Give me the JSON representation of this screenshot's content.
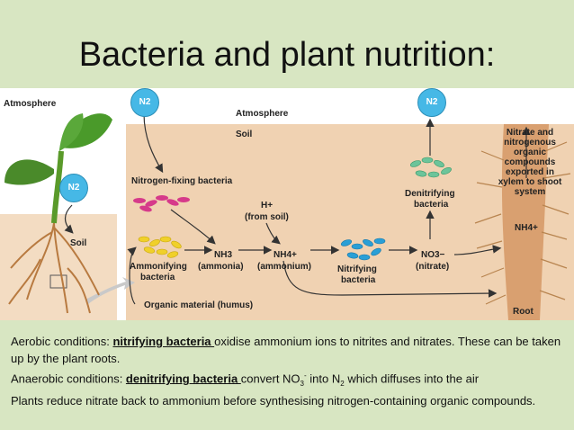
{
  "slide": {
    "title": "Bacteria and plant nutrition:"
  },
  "diagram": {
    "atmosphere_left": "Atmosphere",
    "atmosphere_mid": "Atmosphere",
    "soil_mid": "Soil",
    "soil_left": "Soil",
    "n2": "N2",
    "nitrogen_fixing": "Nitrogen-fixing bacteria",
    "h_plus": "H+",
    "from_soil": "(from soil)",
    "nh3": "NH3",
    "ammonia": "(ammonia)",
    "nh4": "NH4+",
    "ammonium": "(ammonium)",
    "ammonifying": "Ammonifying",
    "bacteria": "bacteria",
    "nitrifying": "Nitrifying",
    "no3": "NO3−",
    "nitrate": "(nitrate)",
    "denitrifying": "Denitrifying",
    "organic_material": "Organic material (humus)",
    "nitrate_exported": "Nitrate and nitrogenous organic compounds exported in xylem to shoot system",
    "root": "Root",
    "nh4_root": "NH4+"
  },
  "text": {
    "line1_pre": "Aerobic conditions:  ",
    "line1_hl": "nitrifying bacteria ",
    "line1_post": "oxidise ammonium ions to nitrites and nitrates. These can be taken up by the plant roots.",
    "line2_pre": "Anaerobic conditions:  ",
    "line2_hl": "denitrifying bacteria ",
    "line2_post_a": "convert NO",
    "line2_post_b": " into N",
    "line2_post_c": " which diffuses into the air",
    "line3": "Plants reduce nitrate back to ammonium before synthesising nitrogen-containing  organic compounds."
  }
}
